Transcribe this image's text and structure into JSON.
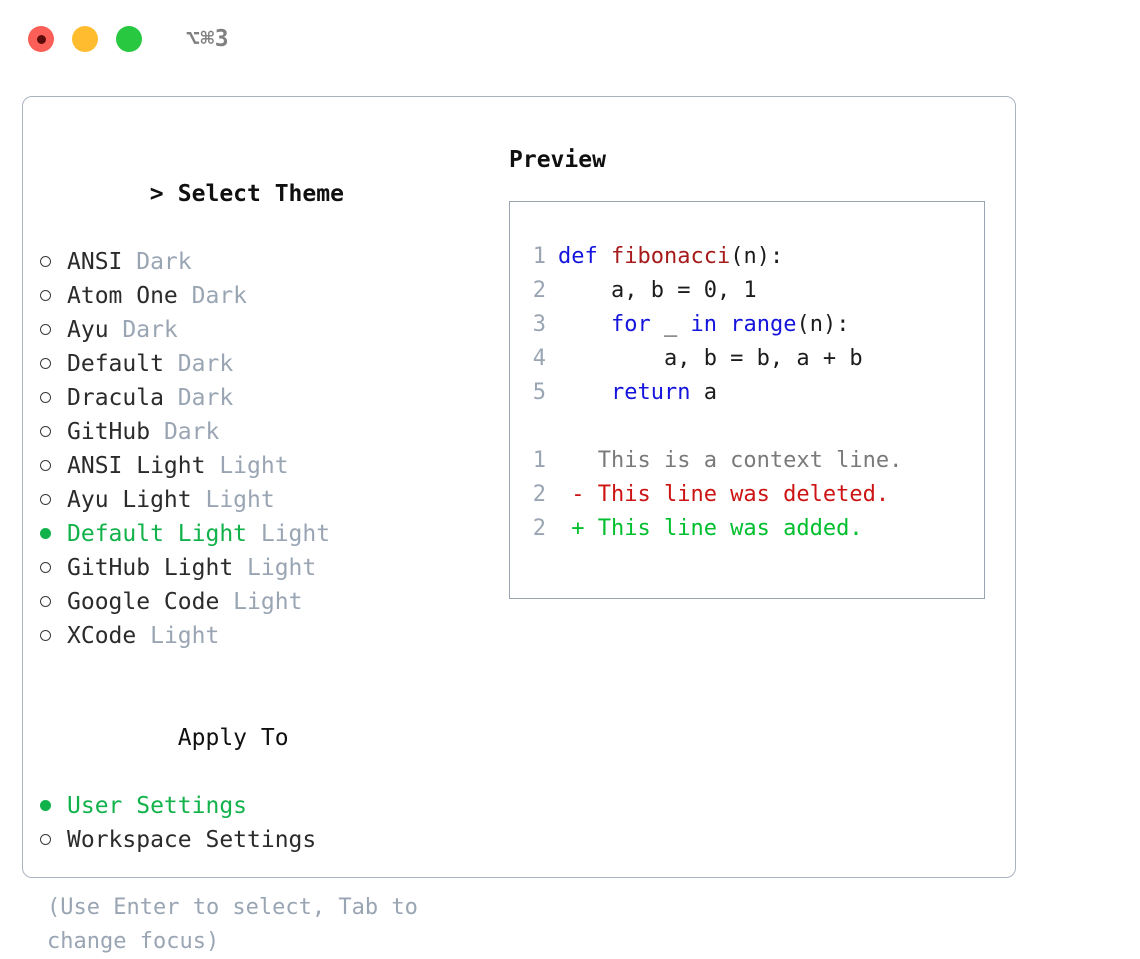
{
  "titlebar": {
    "shortcut": "⌥⌘3",
    "lights": [
      {
        "name": "close",
        "color": "#fb5f57"
      },
      {
        "name": "minimize",
        "color": "#febc2e"
      },
      {
        "name": "maximize",
        "color": "#28c840"
      }
    ]
  },
  "theme_section": {
    "caret": ">",
    "heading": "Select Theme",
    "options": [
      {
        "label": "ANSI",
        "badge": "Dark",
        "selected": false
      },
      {
        "label": "Atom One",
        "badge": "Dark",
        "selected": false
      },
      {
        "label": "Ayu",
        "badge": "Dark",
        "selected": false
      },
      {
        "label": "Default",
        "badge": "Dark",
        "selected": false
      },
      {
        "label": "Dracula",
        "badge": "Dark",
        "selected": false
      },
      {
        "label": "GitHub",
        "badge": "Dark",
        "selected": false
      },
      {
        "label": "ANSI Light",
        "badge": "Light",
        "selected": false
      },
      {
        "label": "Ayu Light",
        "badge": "Light",
        "selected": false
      },
      {
        "label": "Default Light",
        "badge": "Light",
        "selected": true
      },
      {
        "label": "GitHub Light",
        "badge": "Light",
        "selected": false
      },
      {
        "label": "Google Code",
        "badge": "Light",
        "selected": false
      },
      {
        "label": "XCode",
        "badge": "Light",
        "selected": false
      }
    ]
  },
  "apply_section": {
    "heading": "Apply To",
    "options": [
      {
        "label": "User Settings",
        "badge": "",
        "selected": true
      },
      {
        "label": "Workspace Settings",
        "badge": "",
        "selected": false
      }
    ]
  },
  "hint": "(Use Enter to select, Tab to change focus)",
  "preview": {
    "title": "Preview",
    "code_lines": [
      {
        "num": "1",
        "tokens": [
          {
            "t": "def ",
            "k": "kw"
          },
          {
            "t": "fibonacci",
            "k": "fn"
          },
          {
            "t": "(n):",
            "k": "plain"
          }
        ]
      },
      {
        "num": "2",
        "tokens": [
          {
            "t": "    a, b = 0, 1",
            "k": "plain"
          }
        ]
      },
      {
        "num": "3",
        "tokens": [
          {
            "t": "    ",
            "k": "plain"
          },
          {
            "t": "for",
            "k": "kw"
          },
          {
            "t": " _ ",
            "k": "plain"
          },
          {
            "t": "in",
            "k": "kw"
          },
          {
            "t": " ",
            "k": "plain"
          },
          {
            "t": "range",
            "k": "kw"
          },
          {
            "t": "(n):",
            "k": "plain"
          }
        ]
      },
      {
        "num": "4",
        "tokens": [
          {
            "t": "        a, b = b, a + b",
            "k": "plain"
          }
        ]
      },
      {
        "num": "5",
        "tokens": [
          {
            "t": "    ",
            "k": "plain"
          },
          {
            "t": "return",
            "k": "kw"
          },
          {
            "t": " a",
            "k": "plain"
          }
        ]
      }
    ],
    "diff_lines": [
      {
        "num": "1",
        "marker": "  ",
        "text": "This is a context line.",
        "kind": "ctx"
      },
      {
        "num": "2",
        "marker": "- ",
        "text": "This line was deleted.",
        "kind": "del"
      },
      {
        "num": "2",
        "marker": "+ ",
        "text": "This line was added.",
        "kind": "add"
      }
    ]
  },
  "colors": {
    "accent_green": "#12b24b",
    "muted": "#9aa5b4",
    "keyword": "#1414dd",
    "function": "#a61b1b",
    "diff_delete": "#cc1414",
    "diff_add": "#00bf2e",
    "border": "#aab3c0"
  }
}
